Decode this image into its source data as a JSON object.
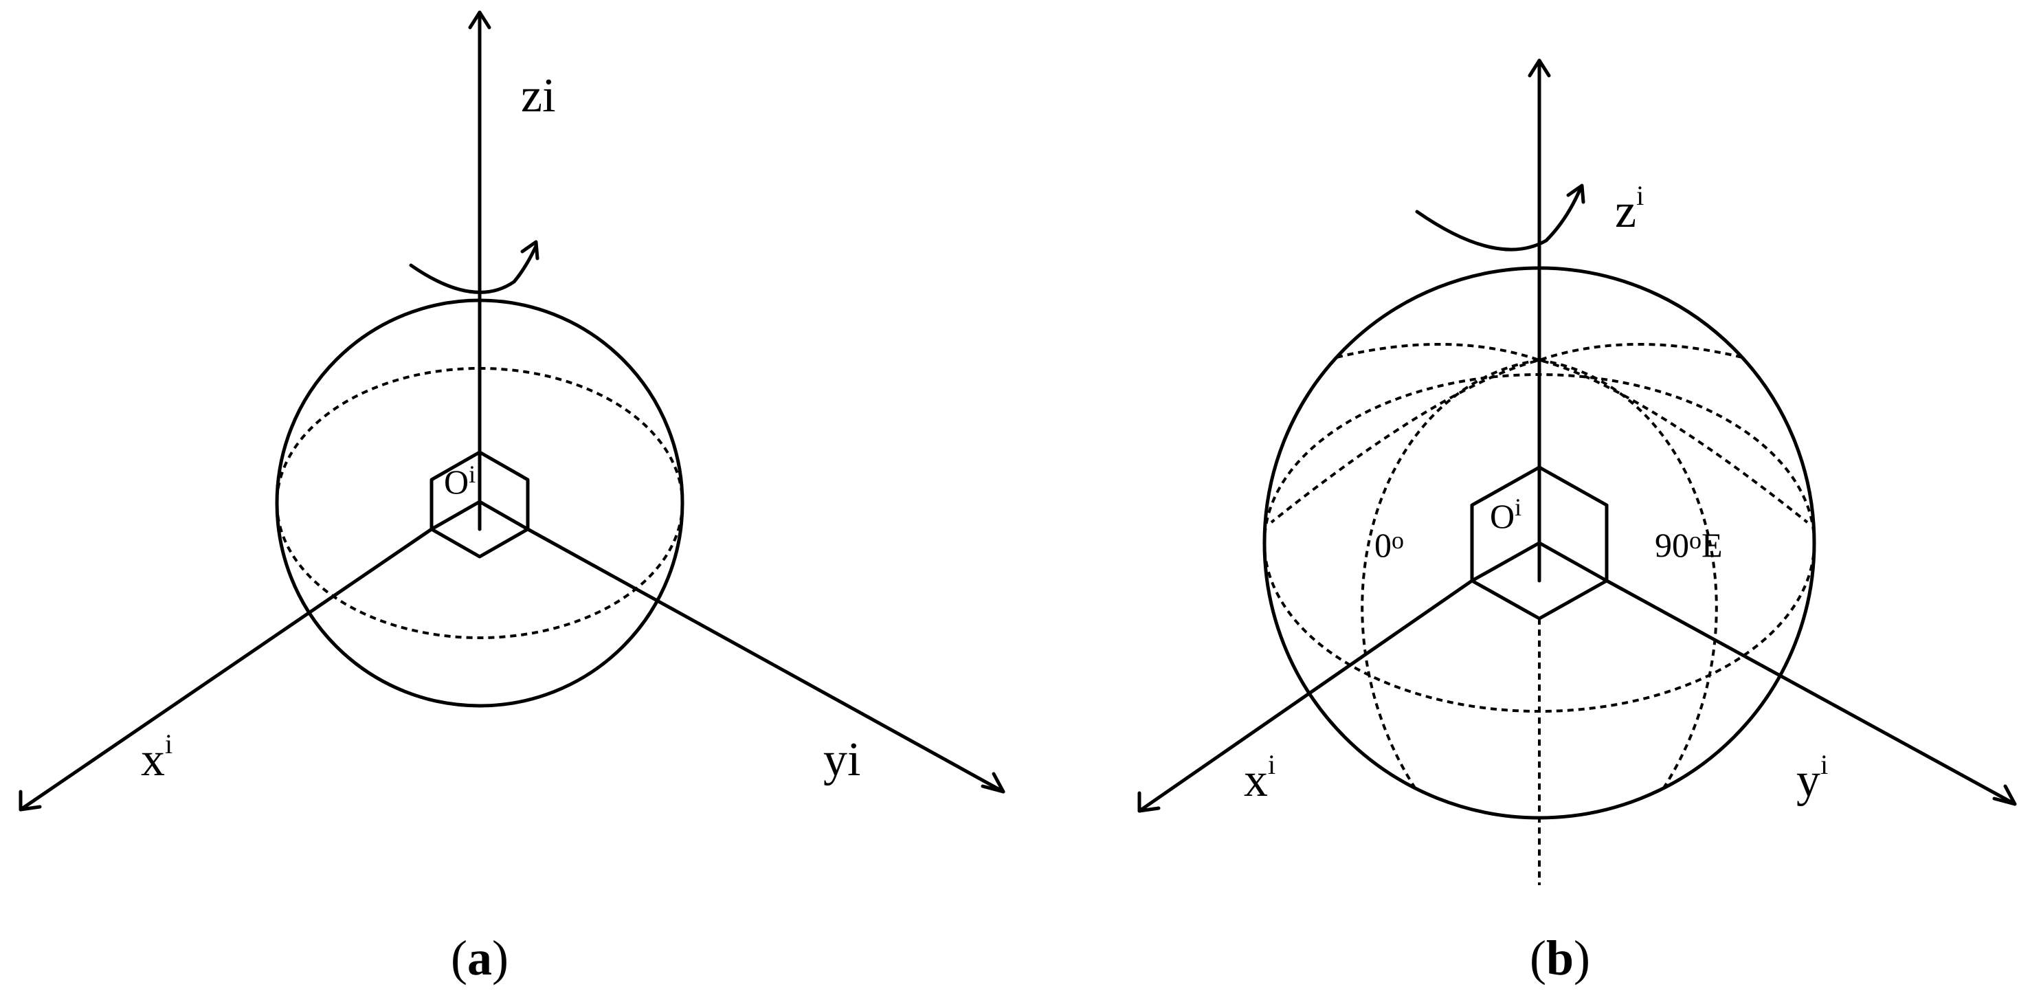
{
  "panel_a": {
    "z_label": "zi",
    "x_label_base": "x",
    "x_label_sup": "i",
    "y_label": "yi",
    "origin_base": "O",
    "origin_sup": "i",
    "caption_open": "(",
    "caption_letter": "a",
    "caption_close": ")"
  },
  "panel_b": {
    "z_label_base": "z",
    "z_label_sup": "i",
    "x_label_base": "x",
    "x_label_sup": "i",
    "y_label_base": "y",
    "y_label_sup": "i",
    "origin_base": "O",
    "origin_sup": "i",
    "meridian_zero_base": "0",
    "meridian_zero_sup": "o",
    "meridian_90_base": "90",
    "meridian_90_sup": "o",
    "meridian_90_suffix": "E",
    "caption_open": "(",
    "caption_letter": "b",
    "caption_close": ")"
  }
}
